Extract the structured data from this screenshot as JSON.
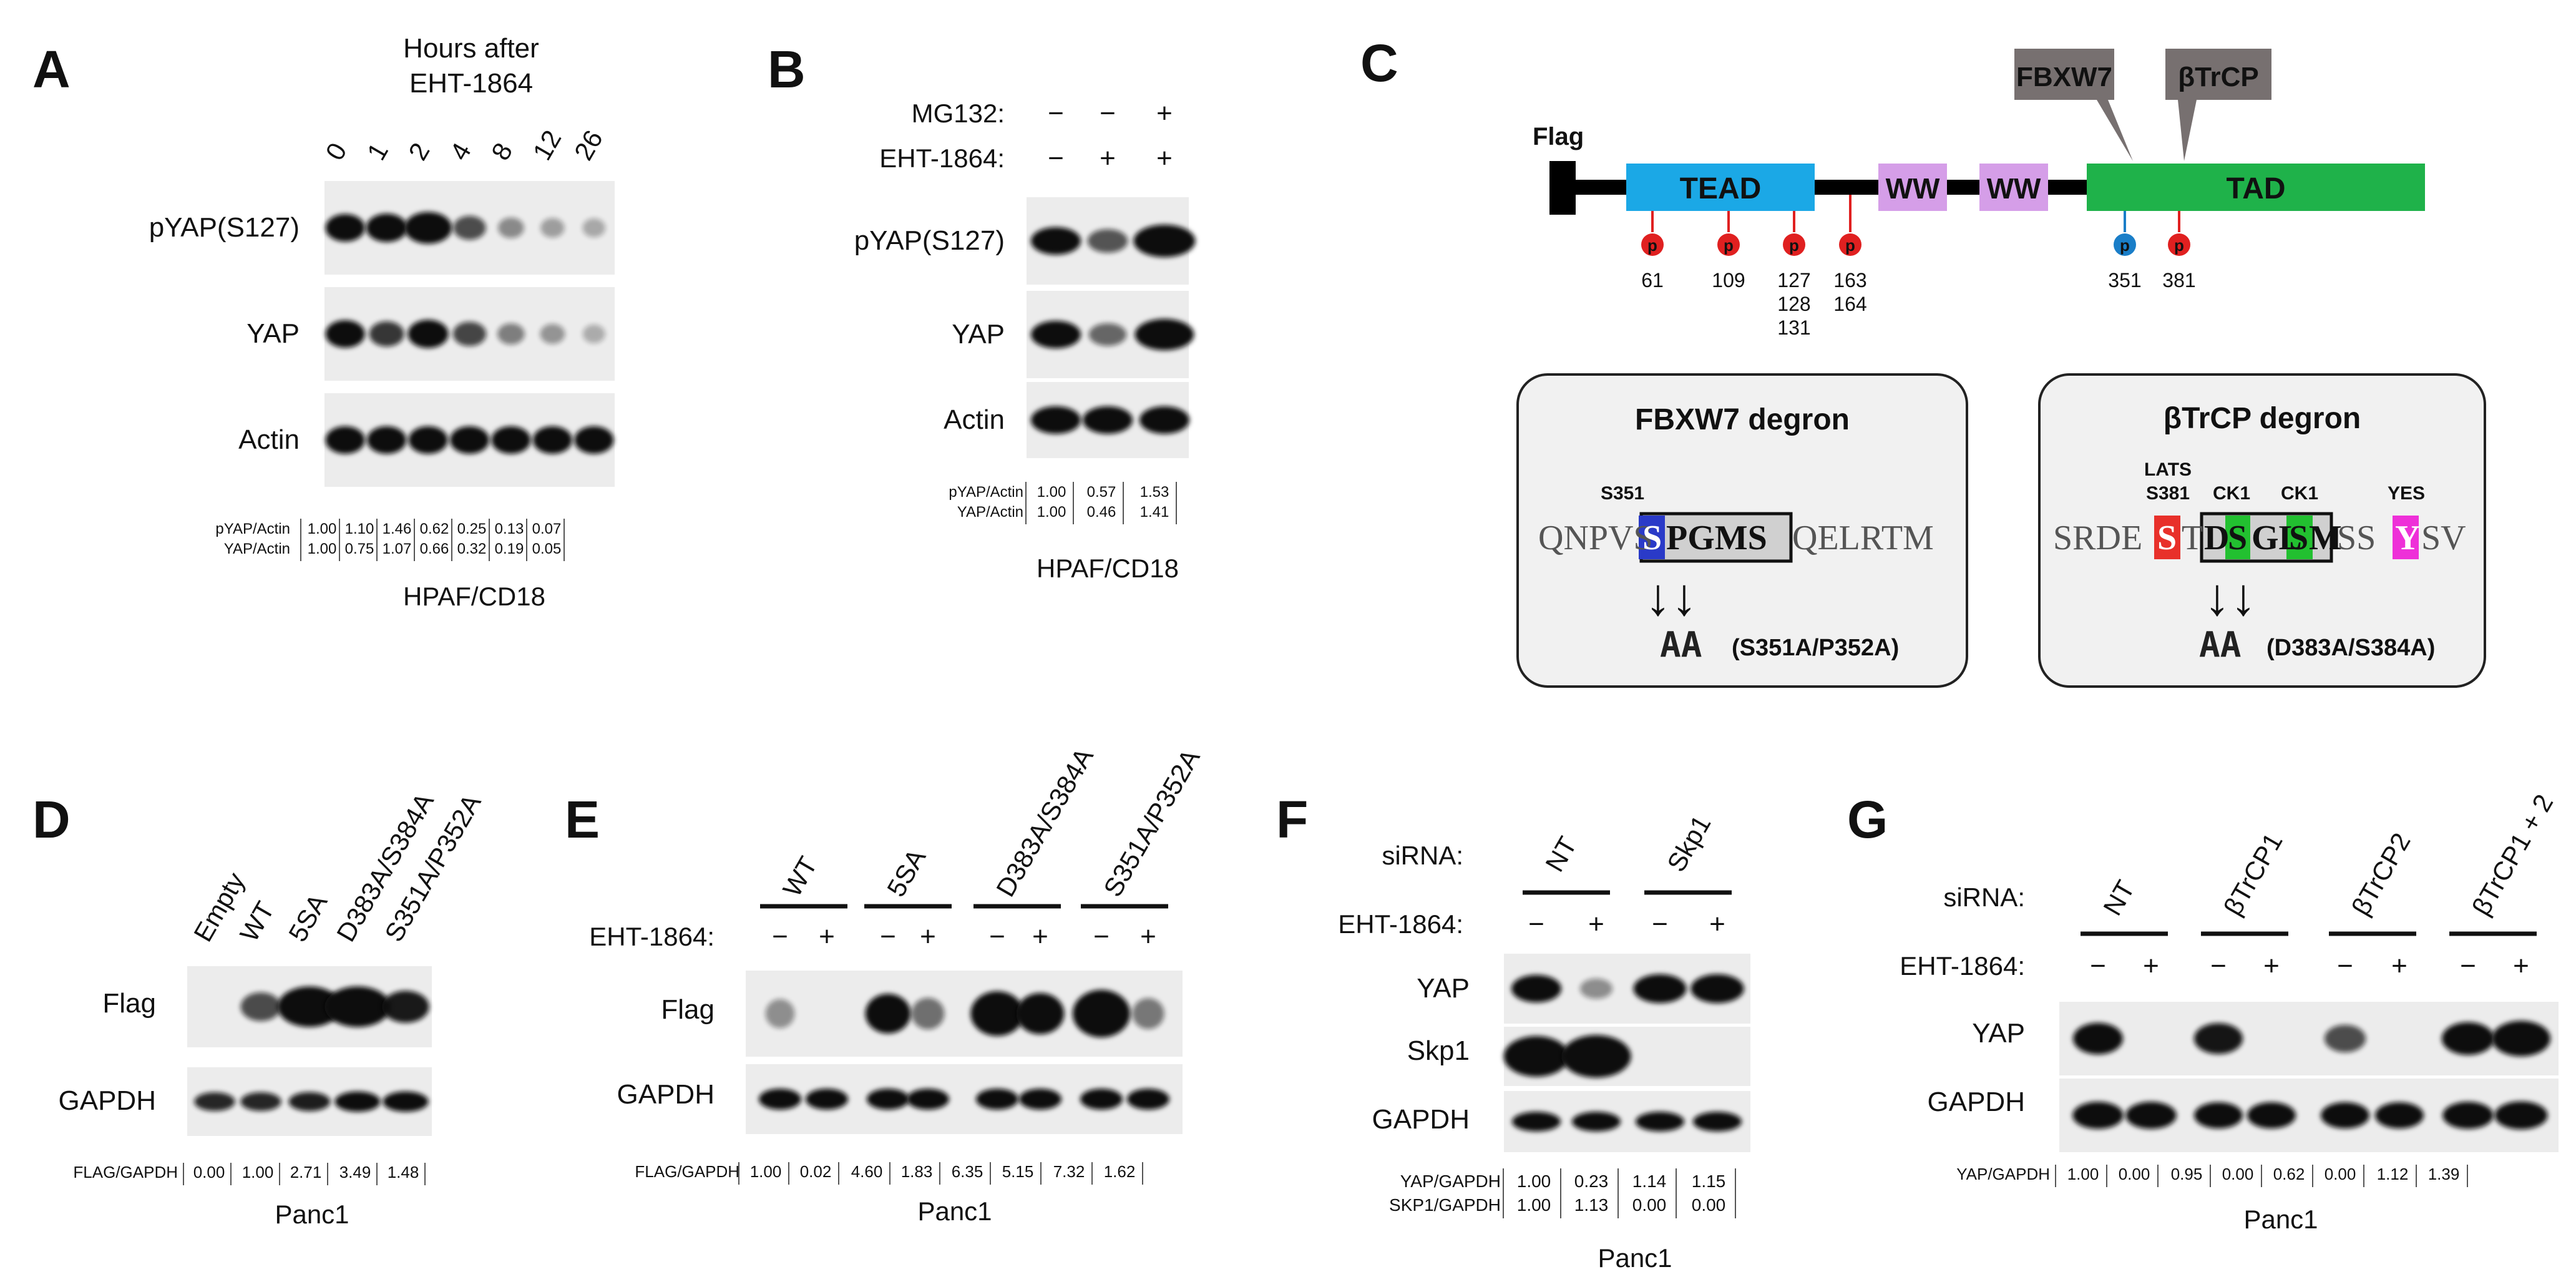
{
  "panel_letters": {
    "a": "A",
    "b": "B",
    "c": "C",
    "d": "D",
    "e": "E",
    "f": "F",
    "g": "G"
  },
  "panelA": {
    "header_line1": "Hours after",
    "header_line2": "EHT-1864",
    "timepoints": [
      "0",
      "1",
      "2",
      "4",
      "8",
      "12",
      "26"
    ],
    "row_labels": [
      "pYAP(S127)",
      "YAP",
      "Actin"
    ],
    "quant": [
      {
        "label": "pYAP/Actin",
        "values": [
          "1.00",
          "1.10",
          "1.46",
          "0.62",
          "0.25",
          "0.13",
          "0.07"
        ]
      },
      {
        "label": "YAP/Actin",
        "values": [
          "1.00",
          "0.75",
          "1.07",
          "0.66",
          "0.32",
          "0.19",
          "0.05"
        ]
      }
    ],
    "cell_line": "HPAF/CD18"
  },
  "panelB": {
    "treatments": [
      {
        "label": "MG132:",
        "signs": [
          "−",
          "−",
          "+"
        ]
      },
      {
        "label": "EHT-1864:",
        "signs": [
          "−",
          "+",
          "+"
        ]
      }
    ],
    "row_labels": [
      "pYAP(S127)",
      "YAP",
      "Actin"
    ],
    "quant": [
      {
        "label": "pYAP/Actin",
        "values": [
          "1.00",
          "0.57",
          "1.53"
        ]
      },
      {
        "label": "YAP/Actin",
        "values": [
          "1.00",
          "0.46",
          "1.41"
        ]
      }
    ],
    "cell_line": "HPAF/CD18"
  },
  "panelC": {
    "flag": "Flag",
    "domains": [
      "TEAD",
      "WW",
      "WW",
      "TAD"
    ],
    "ligases": [
      "FBXW7",
      "βTrCP"
    ],
    "sites": [
      {
        "num": "61",
        "color": "#e02020"
      },
      {
        "num": "109",
        "color": "#e02020"
      },
      {
        "num": "127\n128\n131",
        "color": "#e02020"
      },
      {
        "num": "163\n164",
        "color": "#e02020"
      },
      {
        "num": "351",
        "color": "#1a7ec8"
      },
      {
        "num": "381",
        "color": "#e02020"
      }
    ],
    "p_glyph": "p",
    "fbxw7_box": {
      "title": "FBXW7 degron",
      "site_label": "S351",
      "seq_pre": "QNPVS",
      "seq_hl": "S",
      "seq_box": "PGMS",
      "seq_post": "QELRTM",
      "arrows": "↓↓",
      "mut": "AA",
      "mut_label": "(S351A/P352A)"
    },
    "btrcp_box": {
      "title": "βTrCP degron",
      "lats_label": "LATS",
      "lats_site": "S381",
      "ck1_label": "CK1",
      "yes_label": "YES",
      "seq_pre": "SRDE",
      "seq_s": "S",
      "seq_t": "T",
      "seq_d": "D",
      "seq_s2": "S",
      "seq_gl": "GL",
      "seq_s3": "S",
      "seq_m": "M",
      "seq_ss": "SS",
      "seq_y": "Y",
      "seq_end": "SV",
      "arrows": "↓↓",
      "mut": "AA",
      "mut_label": "(D383A/S384A)"
    }
  },
  "panelD": {
    "lanes": [
      "Empty",
      "WT",
      "5SA",
      "D383A/S384A",
      "S351A/P352A"
    ],
    "row_labels": [
      "Flag",
      "GAPDH"
    ],
    "quant": [
      {
        "label": "FLAG/GAPDH",
        "values": [
          "0.00",
          "1.00",
          "2.71",
          "3.49",
          "1.48"
        ]
      }
    ],
    "cell_line": "Panc1"
  },
  "panelE": {
    "groups": [
      "WT",
      "5SA",
      "D383A/S384A",
      "S351A/P352A"
    ],
    "treatment_label": "EHT-1864:",
    "signs": [
      "−",
      "+",
      "−",
      "+",
      "−",
      "+",
      "−",
      "+"
    ],
    "row_labels": [
      "Flag",
      "GAPDH"
    ],
    "quant": [
      {
        "label": "FLAG/GAPDH",
        "values": [
          "1.00",
          "0.02",
          "4.60",
          "1.83",
          "6.35",
          "5.15",
          "7.32",
          "1.62"
        ]
      }
    ],
    "cell_line": "Panc1"
  },
  "panelF": {
    "sirna_label": "siRNA:",
    "groups": [
      "NT",
      "Skp1"
    ],
    "treatment_label": "EHT-1864:",
    "signs": [
      "−",
      "+",
      "−",
      "+"
    ],
    "row_labels": [
      "YAP",
      "Skp1",
      "GAPDH"
    ],
    "quant": [
      {
        "label": "YAP/GAPDH",
        "values": [
          "1.00",
          "0.23",
          "1.14",
          "1.15"
        ]
      },
      {
        "label": "SKP1/GAPDH",
        "values": [
          "1.00",
          "1.13",
          "0.00",
          "0.00"
        ]
      }
    ],
    "cell_line": "Panc1"
  },
  "panelG": {
    "sirna_label": "siRNA:",
    "groups": [
      "NT",
      "βTrCP1",
      "βTrCP2",
      "βTrCP1 + 2"
    ],
    "treatment_label": "EHT-1864:",
    "signs": [
      "−",
      "+",
      "−",
      "+",
      "−",
      "+",
      "−",
      "+"
    ],
    "row_labels": [
      "YAP",
      "GAPDH"
    ],
    "quant": [
      {
        "label": "YAP/GAPDH",
        "values": [
          "1.00",
          "0.00",
          "0.95",
          "0.00",
          "0.62",
          "0.00",
          "1.12",
          "1.39"
        ]
      }
    ],
    "cell_line": "Panc1"
  },
  "colors": {
    "tead": "#1ba8e6",
    "ww": "#d59ee8",
    "tad": "#1fb24a",
    "ligase": "#777070",
    "phospho_red": "#e02020",
    "phospho_blue": "#1a7ec8",
    "seq_blue": "#2a3ac8",
    "seq_red": "#e8302a",
    "seq_green": "#22c030",
    "seq_magenta": "#ee30d8",
    "ck1_text": "#2a9a2a",
    "yes_text": "#8a3aa8",
    "degron_bg": "#f1f1f1"
  }
}
